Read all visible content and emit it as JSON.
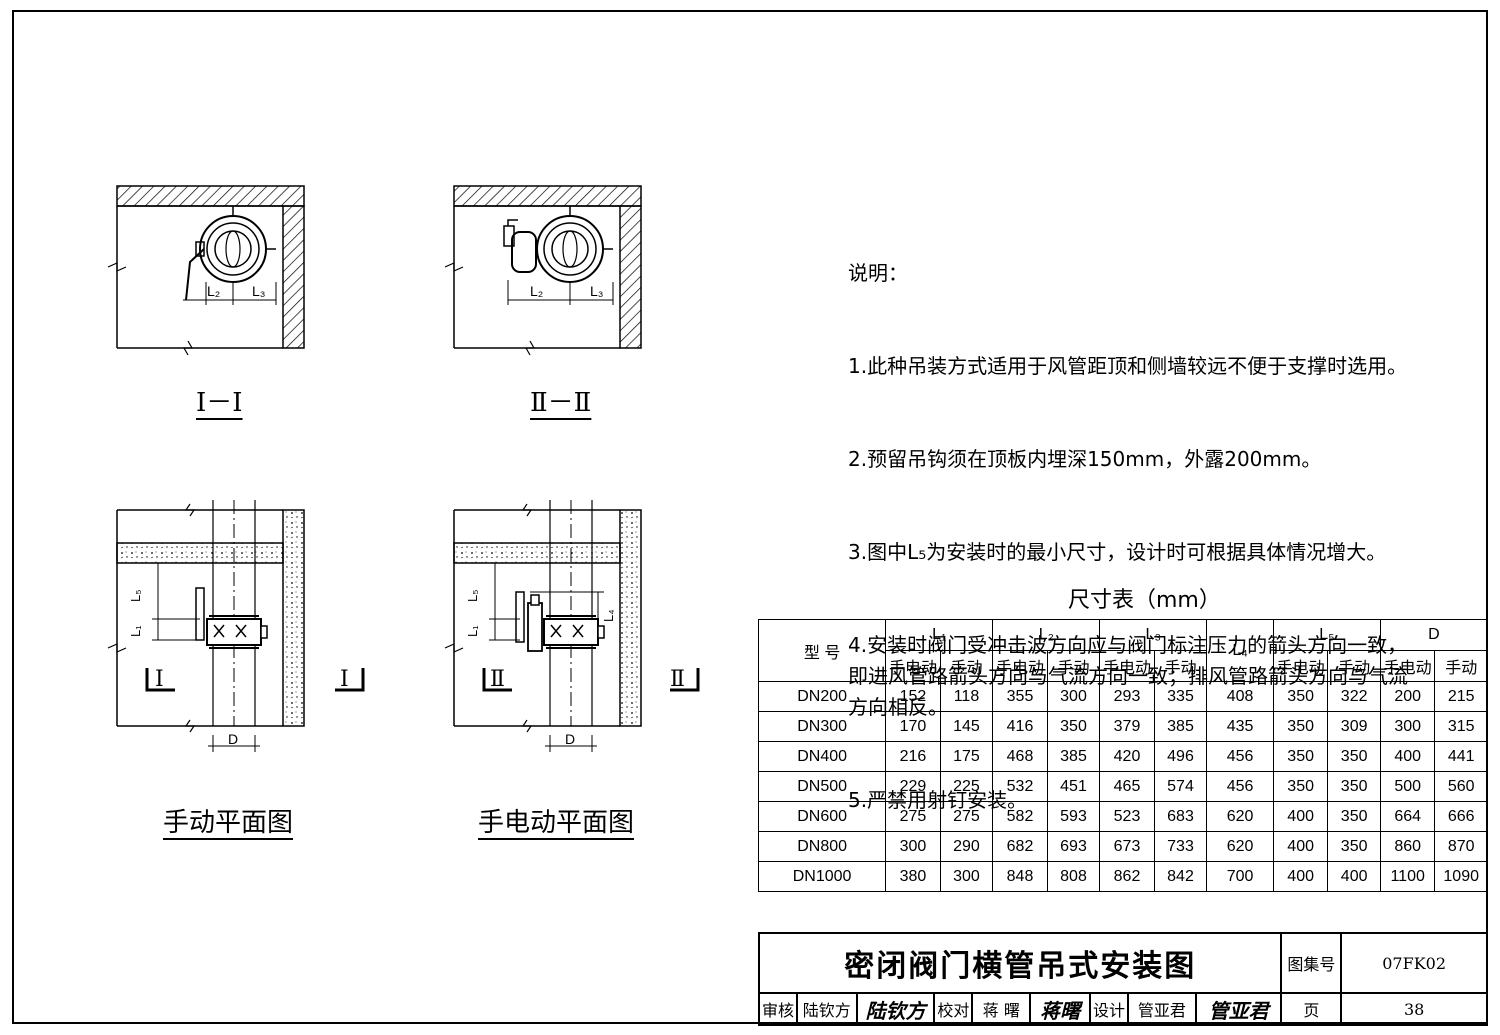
{
  "views": {
    "section1_label": "Ⅰ－Ⅰ",
    "section2_label": "Ⅱ－Ⅱ",
    "plan_manual_title": "手动平面图",
    "plan_electric_title": "手电动平面图",
    "dim_l2": "L₂",
    "dim_l3": "L₃",
    "dim_l1": "L₁",
    "dim_l4": "L₄",
    "dim_l5": "L₅",
    "dim_d": "D",
    "cut1": "Ⅰ",
    "cut2": "Ⅱ"
  },
  "notes": {
    "heading": "说明：",
    "items": [
      "1.此种吊装方式适用于风管距顶和侧墙较远不便于支撑时选用。",
      "2.预留吊钩须在顶板内埋深150mm，外露200mm。",
      "3.图中L₅为安装时的最小尺寸，设计时可根据具体情况增大。",
      "4.安装时阀门受冲击波方向应与阀门标注压力的箭头方向一致，即进风管路箭头方向与气流方向一致；排风管路箭头方向与气流方向相反。",
      "5.严禁用射钉安装。"
    ]
  },
  "table": {
    "title": "尺寸表（mm）",
    "model_header": "型 号",
    "groups": [
      "L₁",
      "L₂",
      "L₃",
      "L₄",
      "L₅",
      "D"
    ],
    "sub_electric": "手电动",
    "sub_manual": "手动",
    "rows": [
      [
        "DN200",
        "152",
        "118",
        "355",
        "300",
        "293",
        "335",
        "408",
        "350",
        "322",
        "200",
        "215"
      ],
      [
        "DN300",
        "170",
        "145",
        "416",
        "350",
        "379",
        "385",
        "435",
        "350",
        "309",
        "300",
        "315"
      ],
      [
        "DN400",
        "216",
        "175",
        "468",
        "385",
        "420",
        "496",
        "456",
        "350",
        "350",
        "400",
        "441"
      ],
      [
        "DN500",
        "229",
        "225",
        "532",
        "451",
        "465",
        "574",
        "456",
        "350",
        "350",
        "500",
        "560"
      ],
      [
        "DN600",
        "275",
        "275",
        "582",
        "593",
        "523",
        "683",
        "620",
        "400",
        "350",
        "664",
        "666"
      ],
      [
        "DN800",
        "300",
        "290",
        "682",
        "693",
        "673",
        "733",
        "620",
        "400",
        "350",
        "860",
        "870"
      ],
      [
        "DN1000",
        "380",
        "300",
        "848",
        "808",
        "862",
        "842",
        "700",
        "400",
        "400",
        "1100",
        "1090"
      ]
    ]
  },
  "title_block": {
    "drawing_title": "密闭阀门横管吊式安装图",
    "atlas_label": "图集号",
    "atlas_no": "07FK02",
    "review_label": "审核",
    "reviewer": "陆钦方",
    "reviewer_sig": "陆钦方",
    "check_label": "校对",
    "checker": "蒋 曙",
    "checker_sig": "蒋曙",
    "design_label": "设计",
    "designer": "管亚君",
    "designer_sig": "管亚君",
    "page_label": "页",
    "page_no": "38"
  }
}
